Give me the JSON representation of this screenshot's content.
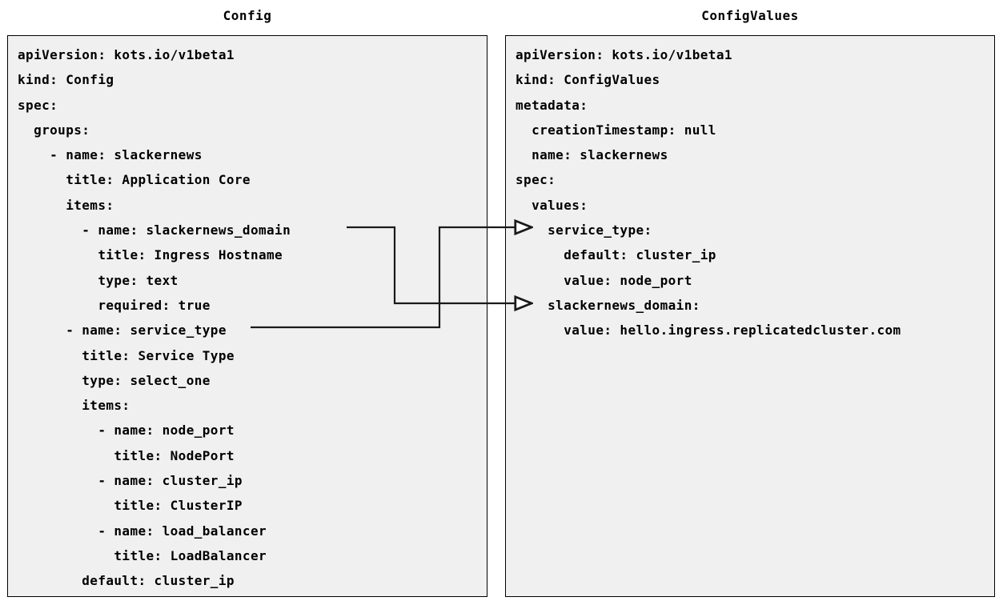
{
  "diagram": {
    "background_color": "#ffffff",
    "panel_background_color": "#f0f0f0",
    "panel_border_color": "#000000",
    "connector_color": "#1a1a1a"
  },
  "left_panel": {
    "title": "Config",
    "lines": [
      "apiVersion: kots.io/v1beta1",
      "kind: Config",
      "spec:",
      "  groups:",
      "    - name: slackernews",
      "      title: Application Core",
      "      items:",
      "        - name: slackernews_domain",
      "          title: Ingress Hostname",
      "          type: text",
      "          required: true",
      "      - name: service_type",
      "        title: Service Type",
      "        type: select_one",
      "        items:",
      "          - name: node_port",
      "            title: NodePort",
      "          - name: cluster_ip",
      "            title: ClusterIP",
      "          - name: load_balancer",
      "            title: LoadBalancer",
      "        default: cluster_ip"
    ]
  },
  "right_panel": {
    "title": "ConfigValues",
    "lines": [
      "apiVersion: kots.io/v1beta1",
      "kind: ConfigValues",
      "metadata:",
      "  creationTimestamp: null",
      "  name: slackernews",
      "spec:",
      "  values:",
      "    service_type:",
      "      default: cluster_ip",
      "      value: node_port",
      "    slackernews_domain:",
      "      value: hello.ingress.replicatedcluster.com"
    ]
  },
  "connectors": [
    {
      "name": "slackernews-domain-connector",
      "from": "slackernews_domain",
      "to": "slackernews_domain:",
      "arrowhead": "open-triangle"
    },
    {
      "name": "service-type-connector",
      "from": "service_type",
      "to": "service_type:",
      "arrowhead": "open-triangle"
    }
  ]
}
